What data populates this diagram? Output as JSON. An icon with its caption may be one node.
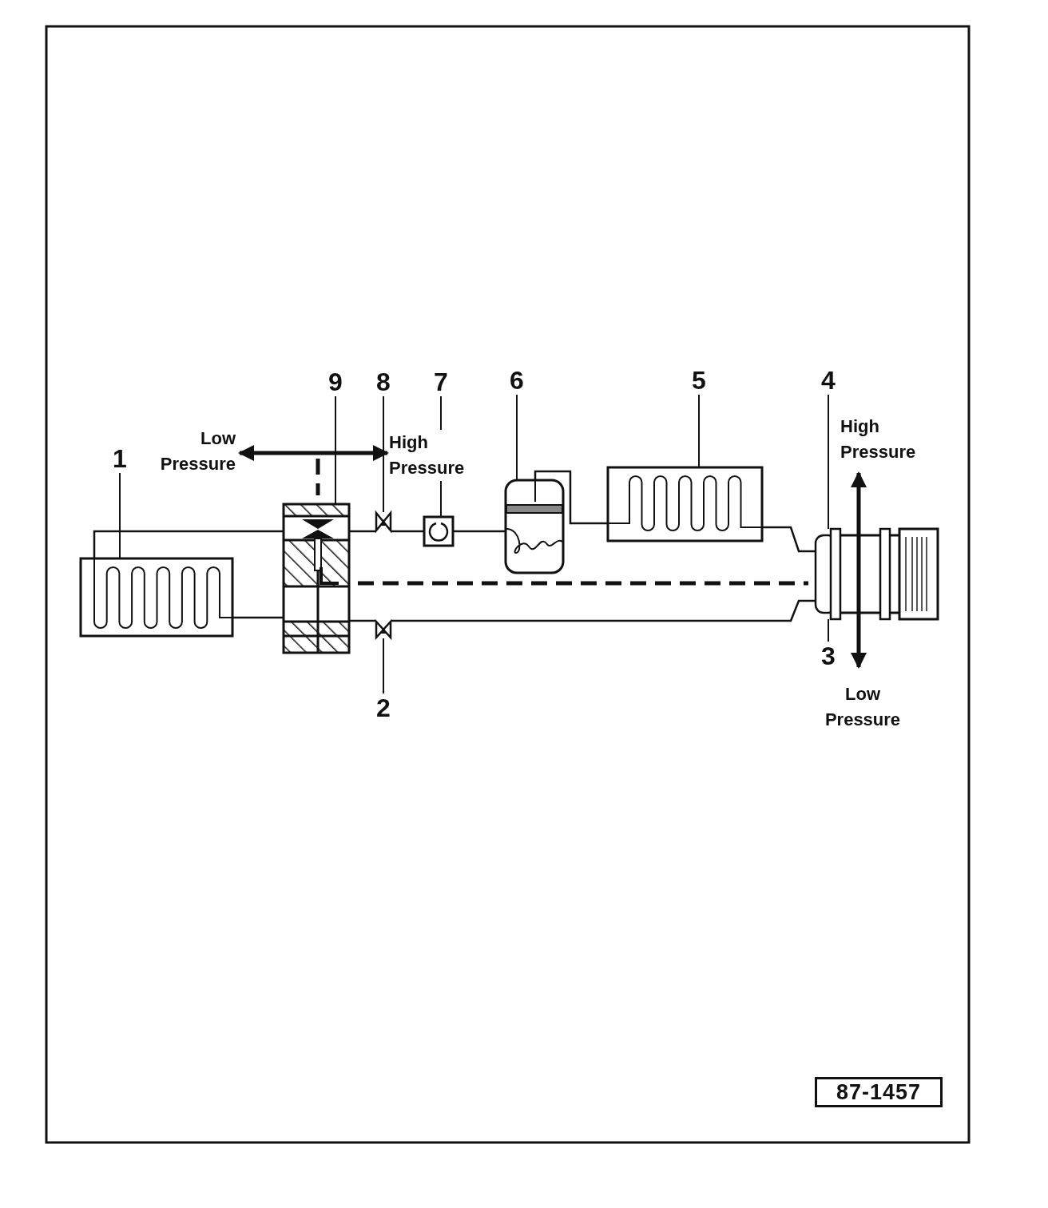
{
  "diagram": {
    "nodes": [
      {
        "text": [
          "9"
        ]
      },
      {
        "text": [
          "8"
        ]
      },
      {
        "text": [
          "7"
        ]
      },
      {
        "text": [
          "6"
        ]
      },
      {
        "text": [
          "5"
        ]
      },
      {
        "text": [
          "4"
        ]
      },
      {
        "text": [
          "1"
        ]
      },
      {
        "text": [],
        "shape": "box"
      },
      {
        "text": [],
        "shape": "box"
      },
      {
        "text": [],
        "shape": "valve"
      },
      {
        "text": [],
        "shape": "box"
      },
      {
        "text": [],
        "shape": "cylinder"
      },
      {
        "text": [],
        "shape": "box"
      },
      {
        "text": [],
        "shape": "compressor"
      },
      {
        "text": [],
        "shape": "valve"
      },
      {
        "text": [
          "3"
        ]
      },
      {
        "text": [
          "2"
        ]
      },
      {
        "text": [
          "87-1457"
        ]
      }
    ],
    "edges": [
      {
        "from": 0,
        "to": 8,
        "arrow": "none"
      },
      {
        "from": 1,
        "to": 9,
        "arrow": "none"
      },
      {
        "from": 2,
        "to": 10,
        "arrow": "none"
      },
      {
        "from": 3,
        "to": 11,
        "arrow": "none"
      },
      {
        "from": 4,
        "to": 12,
        "arrow": "none"
      },
      {
        "from": 5,
        "to": 13,
        "arrow": "none"
      },
      {
        "from": 6,
        "to": 7,
        "arrow": "none"
      },
      {
        "from": 7,
        "to": 8,
        "arrow": "none"
      },
      {
        "from": 7,
        "to": 8,
        "arrow": "none"
      },
      {
        "from": 8,
        "to": 9,
        "arrow": "none"
      },
      {
        "from": 9,
        "to": 10,
        "arrow": "none"
      },
      {
        "from": 10,
        "to": 11,
        "arrow": "none"
      },
      {
        "from": 11,
        "to": 12,
        "arrow": "none"
      },
      {
        "from": 12,
        "to": 13,
        "arrow": "none"
      },
      {
        "from": 13,
        "to": 14,
        "arrow": "none"
      },
      {
        "from": 14,
        "to": 8,
        "arrow": "none"
      },
      {
        "from": 15,
        "to": 13,
        "arrow": "none"
      },
      {
        "from": 16,
        "to": 14,
        "arrow": "none"
      }
    ],
    "labels": [
      "Low Pressure",
      "High Pressure",
      "High Pressure",
      "Low Pressure"
    ]
  }
}
